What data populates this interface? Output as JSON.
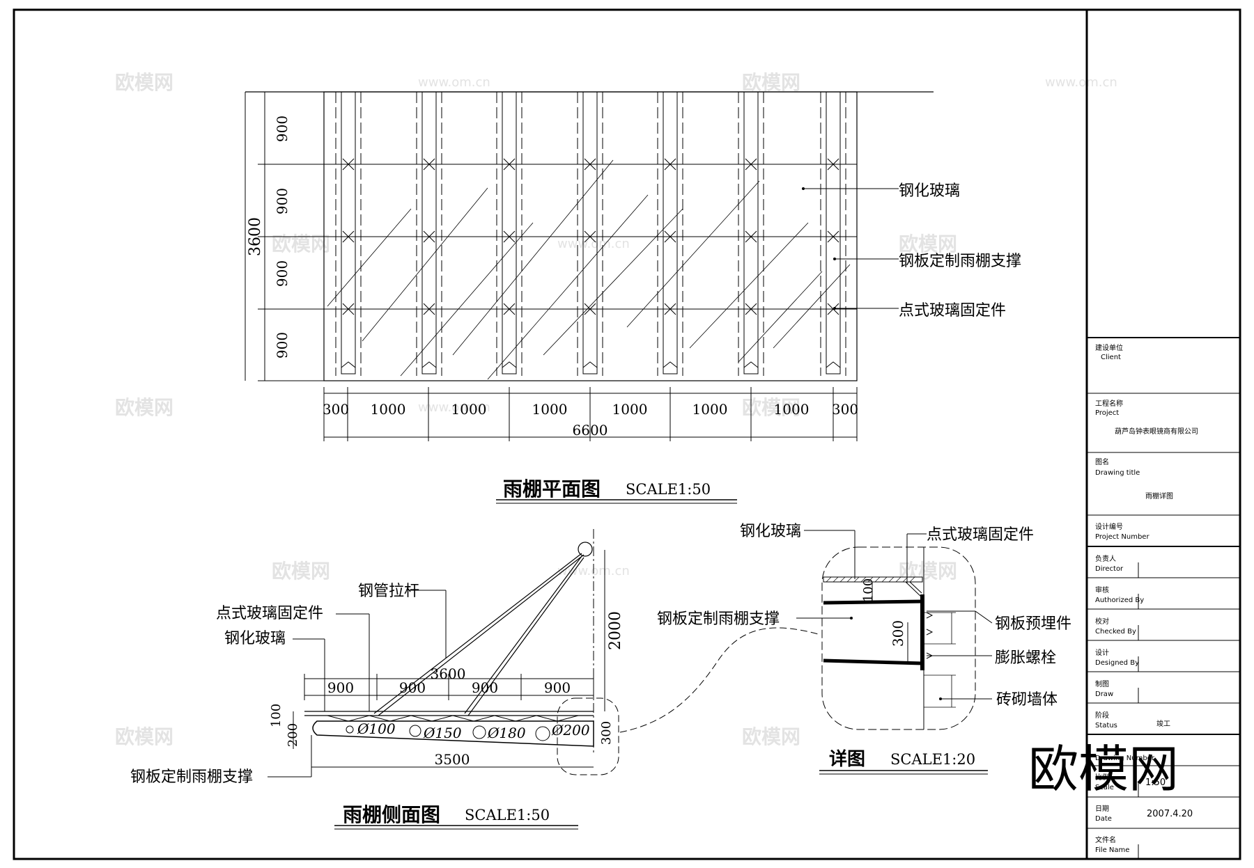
{
  "plan": {
    "title": "雨棚平面图",
    "scale": "SCALE1:50",
    "overall_height": "3600",
    "row_dims": [
      "900",
      "900",
      "900",
      "900"
    ],
    "col_dims": [
      "300",
      "1000",
      "1000",
      "1000",
      "1000",
      "1000",
      "1000",
      "300"
    ],
    "overall_width": "6600",
    "labels": {
      "glass": "钢化玻璃",
      "support": "钢板定制雨棚支撑",
      "fixer": "点式玻璃固定件"
    }
  },
  "side": {
    "title": "雨棚侧面图",
    "scale": "SCALE1:50",
    "labels": {
      "rod": "钢管拉杆",
      "fixer": "点式玻璃固定件",
      "glass": "钢化玻璃",
      "support": "钢板定制雨棚支撑"
    },
    "dims": {
      "height": "2000",
      "span": "3600",
      "segments": [
        "900",
        "900",
        "900",
        "900"
      ],
      "d100": "100",
      "d200": "200",
      "d300": "300",
      "length": "3500"
    },
    "holes": [
      "Ø100",
      "Ø150",
      "Ø180",
      "Ø200"
    ]
  },
  "detail": {
    "title": "详图",
    "scale": "SCALE1:20",
    "labels": {
      "glass": "钢化玻璃",
      "fixer": "点式玻璃固定件",
      "support": "钢板定制雨棚支撑",
      "plate": "钢板预埋件",
      "bolt": "膨胀螺栓",
      "wall": "砖砌墙体"
    },
    "dims": {
      "d100": "100",
      "d300": "300"
    }
  },
  "title_block": {
    "client_cn": "建设单位",
    "client_en": "Client",
    "project_cn": "工程名称",
    "project_en": "Project",
    "project_value": "葫芦岛钟表眼镜商有限公司",
    "title_cn": "图名",
    "title_en": "Drawing title",
    "title_value": "雨棚详图",
    "number_cn": "设计编号",
    "number_en": "Project Number",
    "director_cn": "负责人",
    "director_en": "Director",
    "auth_cn": "审核",
    "auth_en": "Authorized By",
    "checked_cn": "校对",
    "checked_en": "Checked By",
    "designed_cn": "设计",
    "designed_en": "Designed By",
    "draw_cn": "制图",
    "draw_en": "Draw",
    "status_cn": "阶段",
    "status_en": "Status",
    "status_value": "竣工",
    "drawing_no_en": "Drawing Number",
    "scale_cn": "比例",
    "scale_en": "Scale",
    "scale_value": "1:50",
    "date_cn": "日期",
    "date_en": "Date",
    "date_value": "2007.4.20",
    "file_cn": "文件名",
    "file_en": "File Name"
  },
  "watermark": {
    "logo": "欧模网",
    "url": "www.om.cn"
  }
}
